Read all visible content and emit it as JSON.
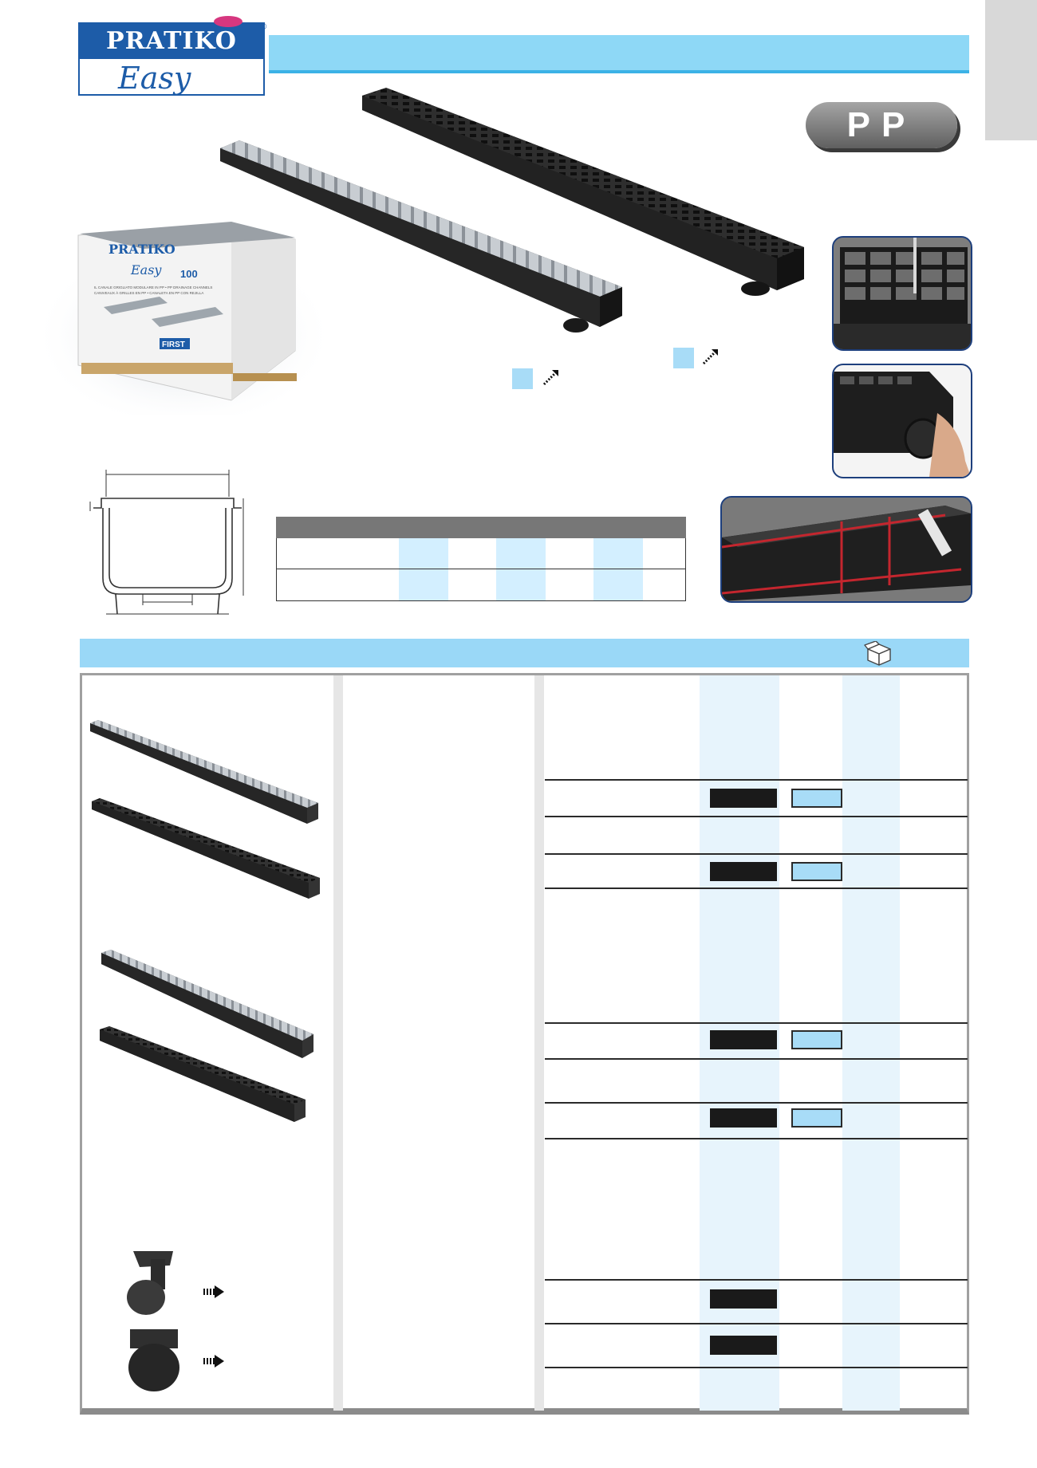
{
  "brand": {
    "name": "PRATIKO",
    "script": "Easy",
    "registered": "®"
  },
  "badge": {
    "label": "PP"
  },
  "packaging_box": {
    "brand": "PRATIKO",
    "script": "Easy",
    "number": "100",
    "line1": "IL CANALE GRIGLIATO MODULARE IN PP • PP DRAINAGE CHANNELS",
    "line2": "CANIVEAUX À GRILLES EN PP • CANALETA EN PP CON REJILLA",
    "maker": "FIRST"
  },
  "colors": {
    "header_band": "#8ed8f6",
    "header_band_edge": "#3cb2e6",
    "brand_blue": "#1d5ca8",
    "list_band": "#9ad8f7",
    "column_tint": "#e7f4fc",
    "grating_black": "#1a1a1a",
    "grating_galvanized": "#a8dcf7"
  },
  "icons": {
    "box": "box-icon",
    "arrow": "arrow-right-icon"
  }
}
